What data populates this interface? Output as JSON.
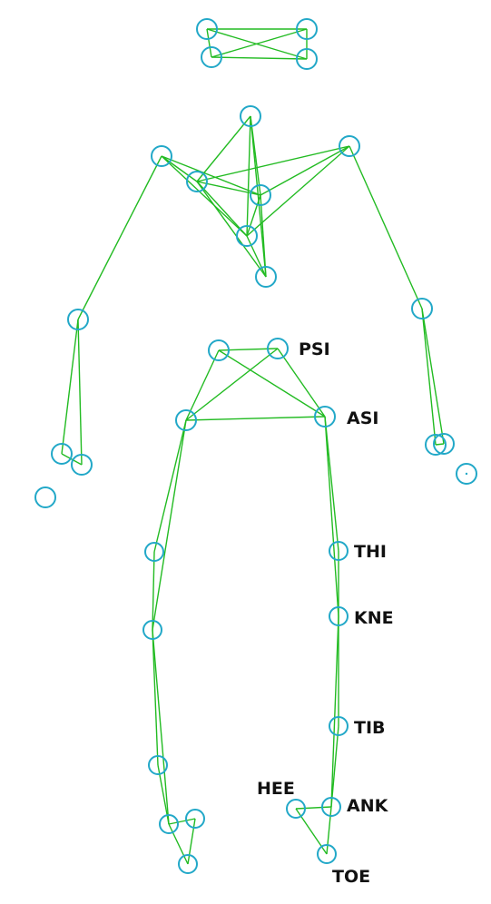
{
  "labels": {
    "psi": "PSI",
    "asi": "ASI",
    "thi": "THI",
    "kne": "KNE",
    "tib": "TIB",
    "ank": "ANK",
    "hee": "HEE",
    "toe": "TOE"
  },
  "colors": {
    "bone": "#22bb22",
    "marker": "#22a8c8",
    "label": "#111111",
    "background": "#ffffff"
  }
}
